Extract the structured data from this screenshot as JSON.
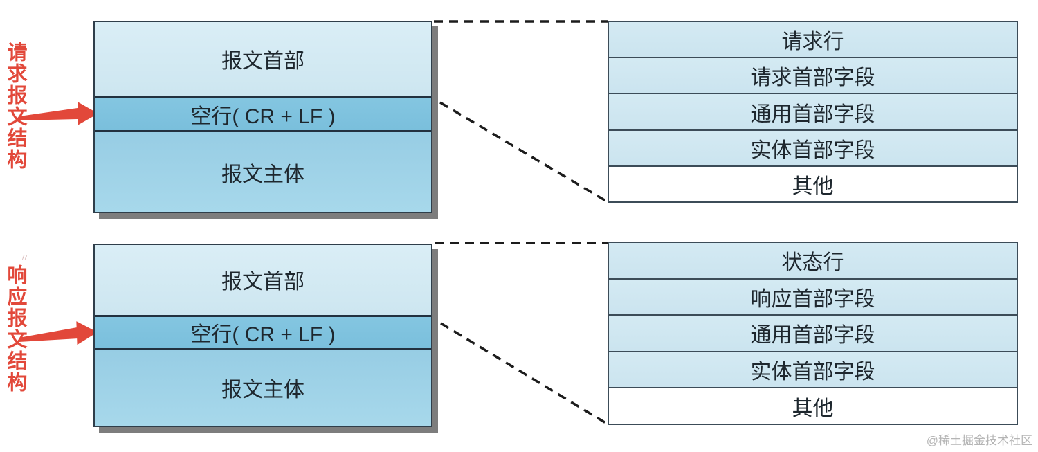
{
  "request_diagram": {
    "side_label": "请求报文结构",
    "message_box": {
      "header": "报文首部",
      "blank_line": "空行( CR + LF )",
      "body": "报文主体"
    },
    "detail_table": {
      "rows": [
        "请求行",
        "请求首部字段",
        "通用首部字段",
        "实体首部字段",
        "其他"
      ]
    }
  },
  "response_diagram": {
    "side_label": "响应报文结构",
    "message_box": {
      "header": "报文首部",
      "blank_line": "空行( CR + LF )",
      "body": "报文主体"
    },
    "detail_table": {
      "rows": [
        "状态行",
        "响应首部字段",
        "通用首部字段",
        "实体首部字段",
        "其他"
      ]
    }
  },
  "watermark": "@稀土掘金技术社区",
  "stray_mark": "〃",
  "colors": {
    "accent_red": "#e2483a",
    "header_fill_top": "#daeef6",
    "header_fill_bottom": "#cde6f0",
    "blank_line_fill": "#7fc3de",
    "body_fill_top": "#97cde4",
    "body_fill_bottom": "#a7d8eb",
    "table_row_fill": "#cfe7f1",
    "other_row_fill": "#ffffff",
    "border_dark": "#2f3e4a",
    "shadow_gray": "#7d7d7d",
    "dashed_line": "#1c1c1c",
    "watermark_gray": "#b5b5b5"
  }
}
